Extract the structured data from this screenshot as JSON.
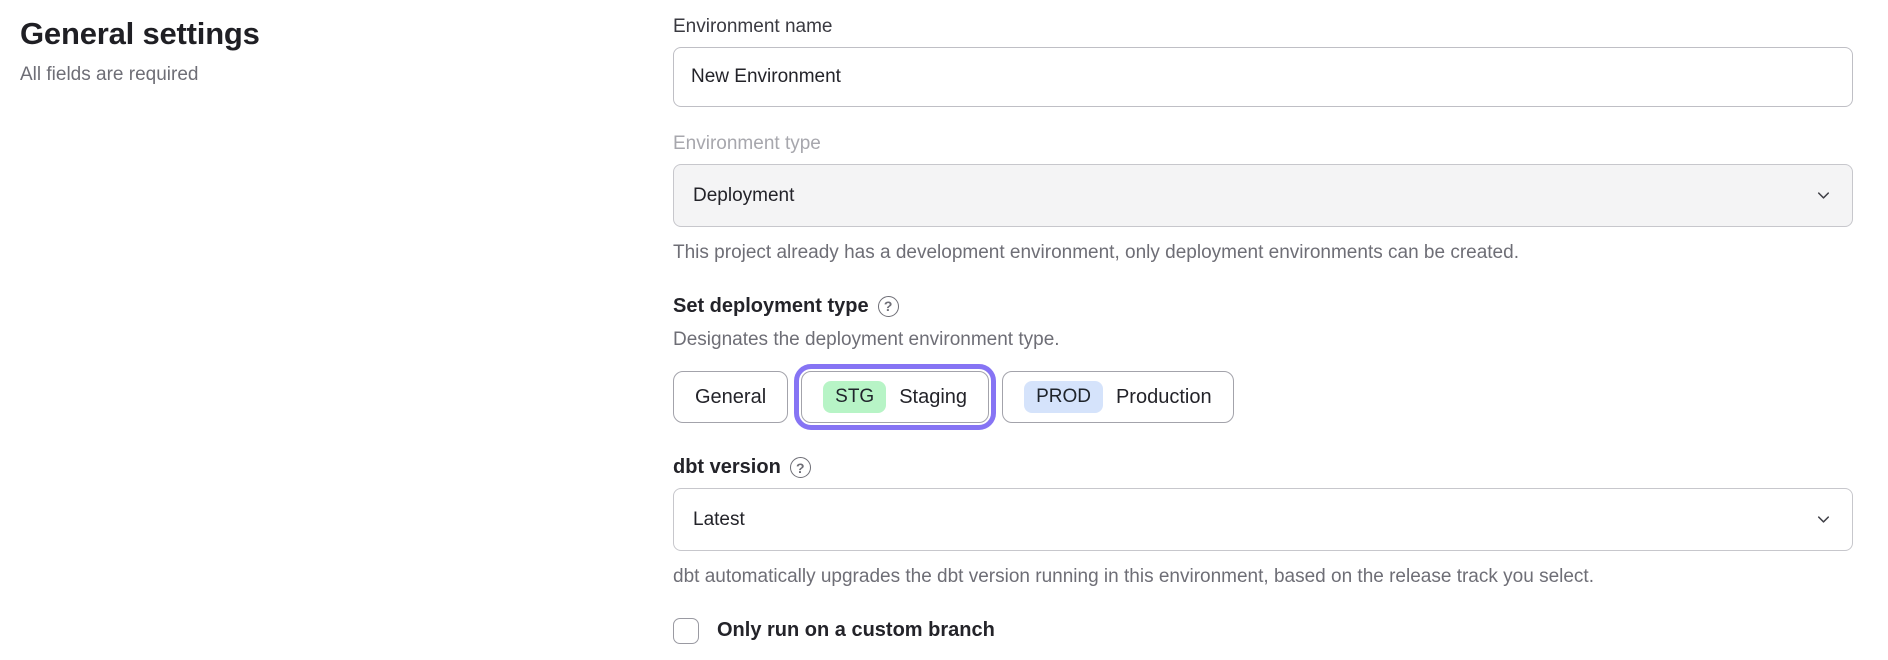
{
  "page": {
    "title": "General settings",
    "subtitle": "All fields are required"
  },
  "form": {
    "environment_name": {
      "label": "Environment name",
      "value": "New Environment"
    },
    "environment_type": {
      "label": "Environment type",
      "value": "Deployment",
      "disabled": true,
      "helper": "This project already has a development environment, only deployment environments can be created."
    },
    "deployment_type": {
      "label": "Set deployment type",
      "helper": "Designates the deployment environment type.",
      "options": [
        {
          "label": "General",
          "badge": "",
          "selected": false
        },
        {
          "label": "Staging",
          "badge": "STG",
          "selected": true
        },
        {
          "label": "Production",
          "badge": "PROD",
          "selected": false
        }
      ]
    },
    "dbt_version": {
      "label": "dbt version",
      "value": "Latest",
      "helper": "dbt automatically upgrades the dbt version running in this environment, based on the release track you select."
    },
    "custom_branch": {
      "label": "Only run on a custom branch",
      "checked": false
    }
  },
  "icons": {
    "help": "?"
  },
  "colors": {
    "accent_purple": "#8674F4",
    "staging_badge_bg": "#B7F4C6",
    "production_badge_bg": "#D5E3FB",
    "disabled_field_bg": "#F4F4F5",
    "helper_text": "#6E6E76",
    "dark_text": "#232329"
  }
}
